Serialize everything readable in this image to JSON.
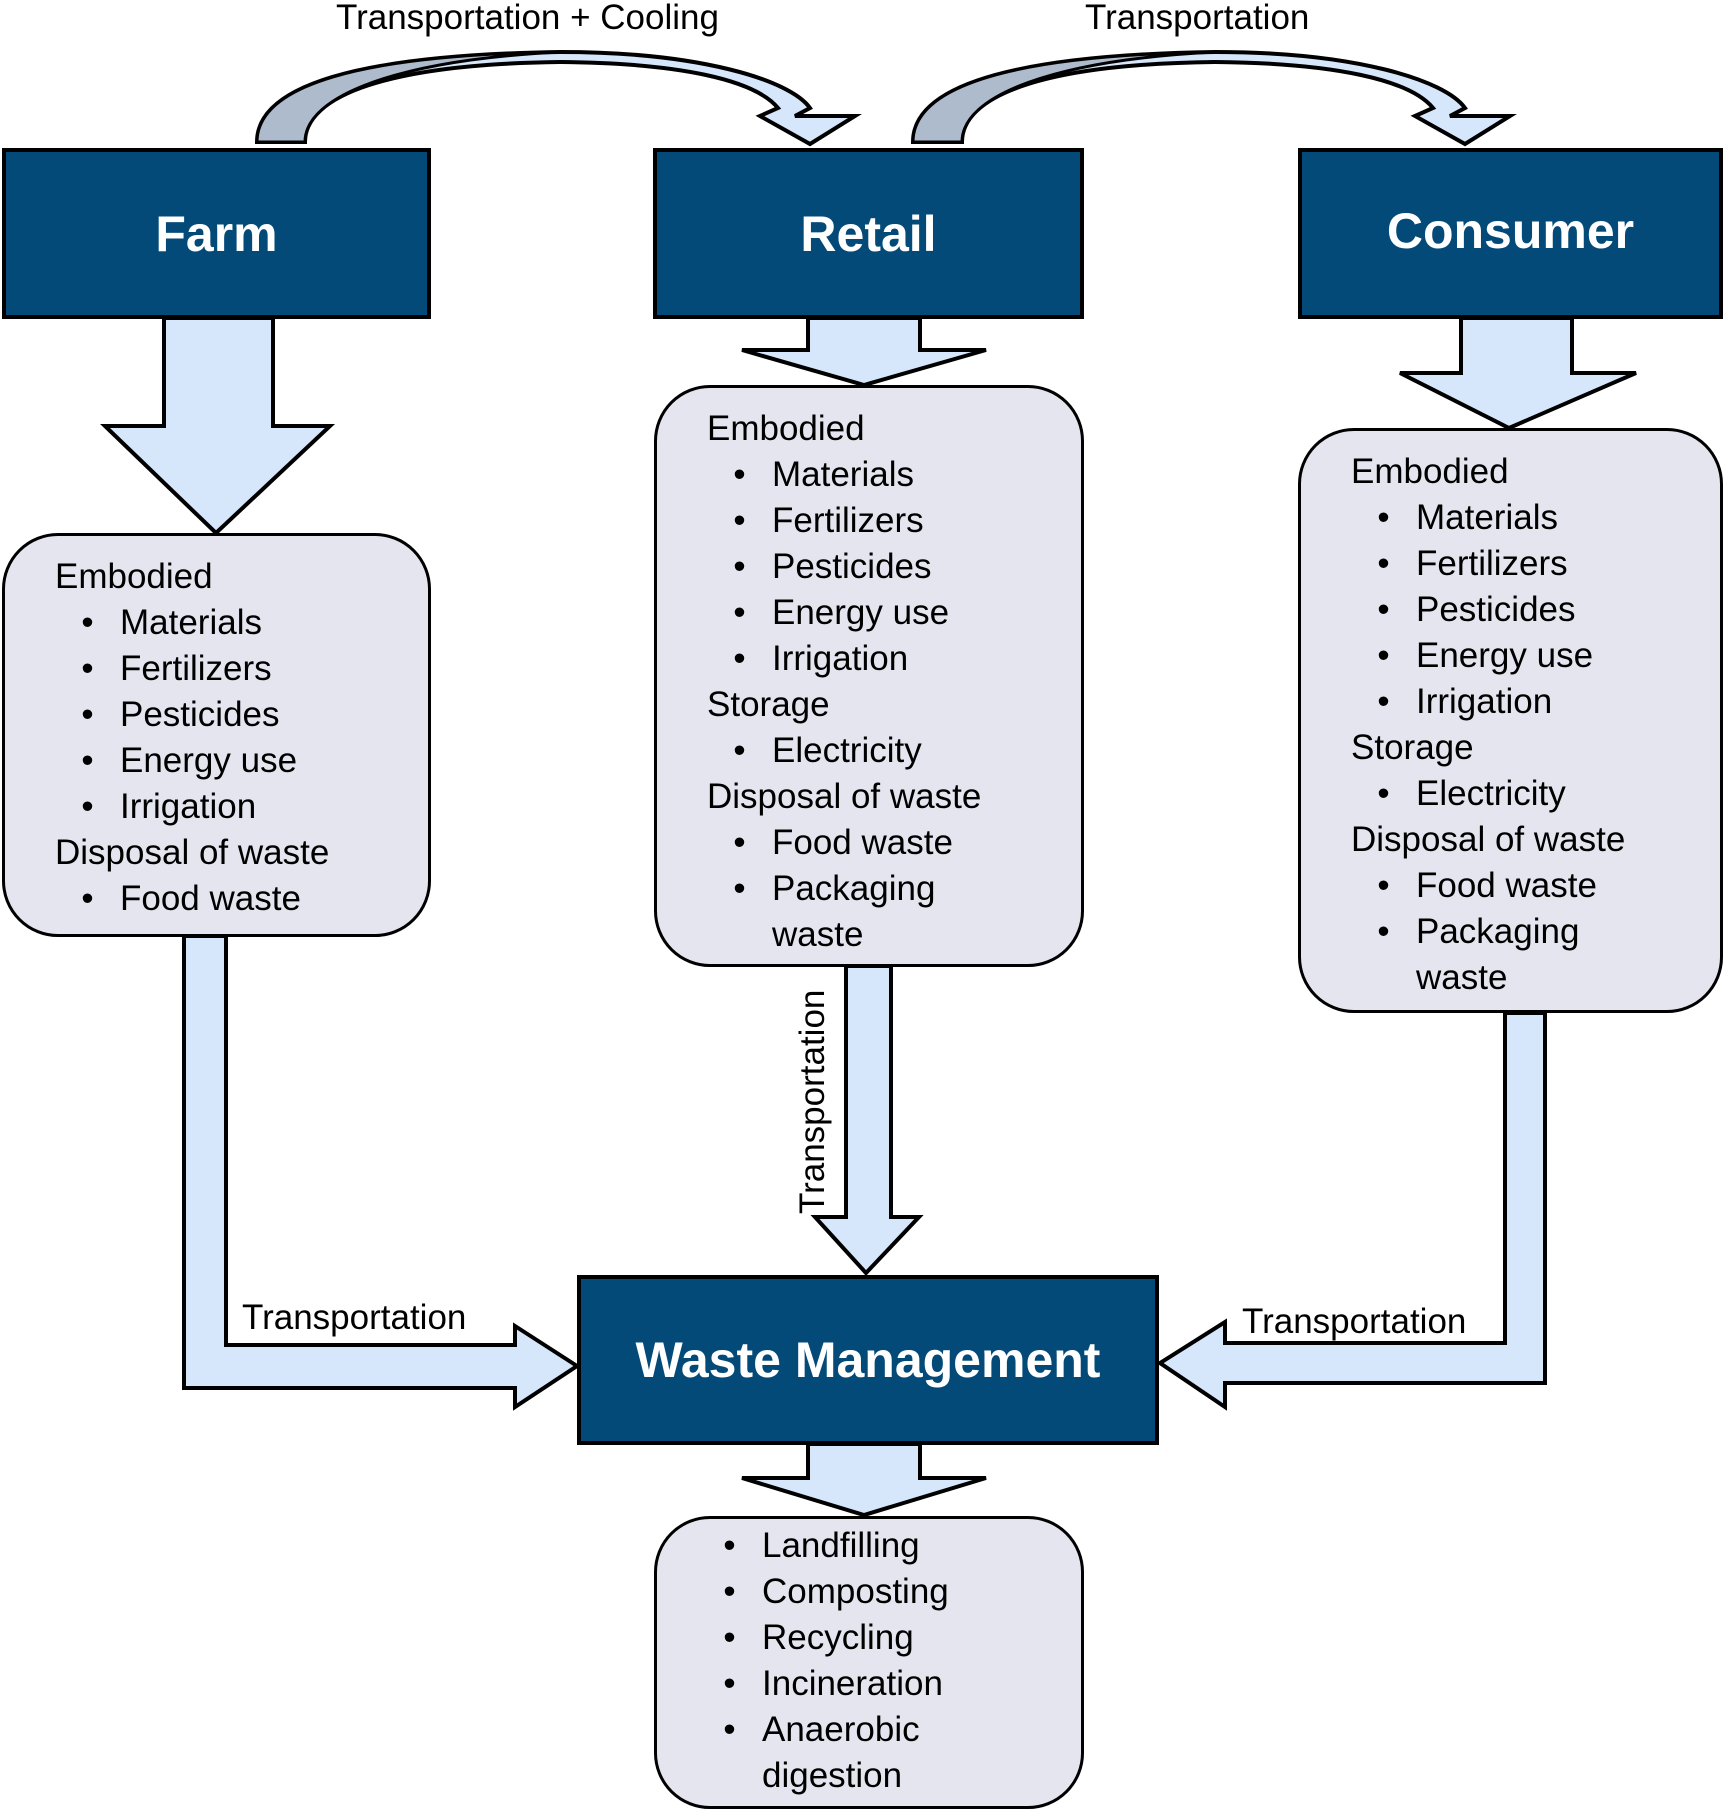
{
  "colors": {
    "stage_fill": "#034a79",
    "stage_text": "#ffffff",
    "detail_fill": "#e4e5ee",
    "arrow_fill": "#d6e6fb",
    "arrow_tail_fill": "#adbbcd",
    "outline": "#000000"
  },
  "stages": {
    "farm": {
      "title": "Farm"
    },
    "retail": {
      "title": "Retail"
    },
    "consumer": {
      "title": "Consumer"
    },
    "waste": {
      "title": "Waste Management"
    }
  },
  "flows": {
    "farm_to_retail": "Transportation + Cooling",
    "retail_to_consumer": "Transportation",
    "farm_to_waste": "Transportation",
    "retail_to_waste": "Transportation",
    "consumer_to_waste": "Transportation"
  },
  "details": {
    "farm": {
      "groups": [
        {
          "title": "Embodied",
          "items": [
            "Materials",
            "Fertilizers",
            "Pesticides",
            "Energy use",
            "Irrigation"
          ]
        },
        {
          "title": "Disposal of waste",
          "items": [
            "Food waste"
          ]
        }
      ]
    },
    "retail": {
      "groups": [
        {
          "title": "Embodied",
          "items": [
            "Materials",
            "Fertilizers",
            "Pesticides",
            "Energy use",
            "Irrigation"
          ]
        },
        {
          "title": "Storage",
          "items": [
            "Electricity"
          ]
        },
        {
          "title": "Disposal of waste",
          "items": [
            "Food waste",
            "Packaging waste"
          ]
        }
      ]
    },
    "consumer": {
      "groups": [
        {
          "title": "Embodied",
          "items": [
            "Materials",
            "Fertilizers",
            "Pesticides",
            "Energy use",
            "Irrigation"
          ]
        },
        {
          "title": "Storage",
          "items": [
            "Electricity"
          ]
        },
        {
          "title": "Disposal of waste",
          "items": [
            "Food waste",
            "Packaging waste"
          ]
        }
      ]
    },
    "waste": {
      "groups": [
        {
          "title": "",
          "items": [
            "Landfilling",
            "Composting",
            "Recycling",
            "Incineration",
            "Anaerobic digestion"
          ]
        }
      ]
    }
  },
  "bullet_char": "•"
}
